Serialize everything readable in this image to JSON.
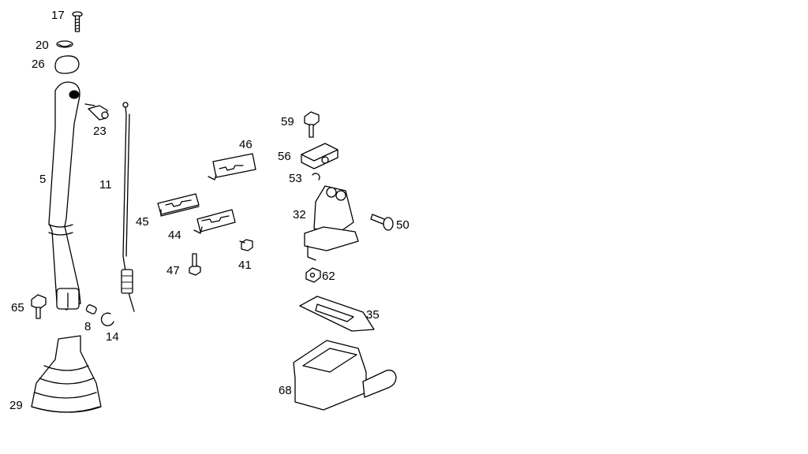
{
  "diagram": {
    "parts": [
      {
        "id": "17"
      },
      {
        "id": "20"
      },
      {
        "id": "26"
      },
      {
        "id": "23"
      },
      {
        "id": "5"
      },
      {
        "id": "11"
      },
      {
        "id": "65"
      },
      {
        "id": "8"
      },
      {
        "id": "14"
      },
      {
        "id": "29"
      },
      {
        "id": "46"
      },
      {
        "id": "45"
      },
      {
        "id": "44"
      },
      {
        "id": "47"
      },
      {
        "id": "41"
      },
      {
        "id": "59"
      },
      {
        "id": "56"
      },
      {
        "id": "53"
      },
      {
        "id": "32"
      },
      {
        "id": "50"
      },
      {
        "id": "62"
      },
      {
        "id": "35"
      },
      {
        "id": "68"
      }
    ]
  }
}
